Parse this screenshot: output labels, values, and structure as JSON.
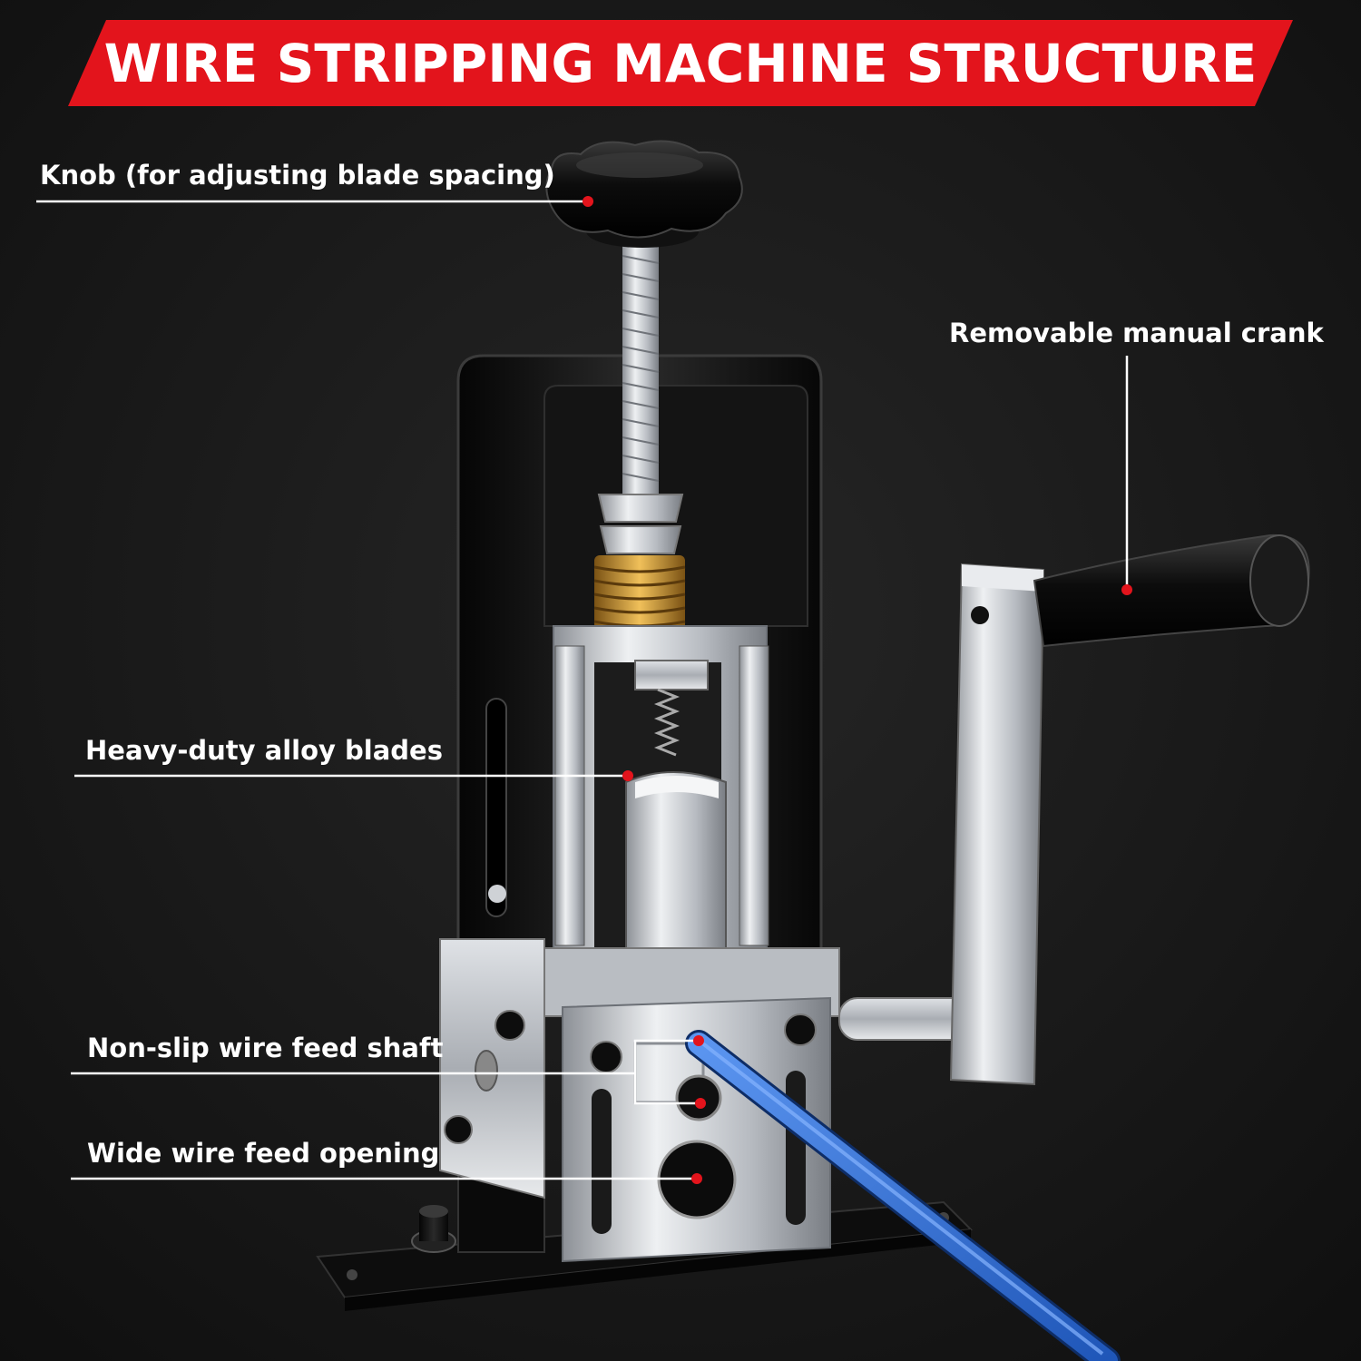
{
  "header": {
    "title": "WIRE STRIPPING MACHINE STRUCTURE"
  },
  "callouts": [
    {
      "id": "knob",
      "label": "Knob (for adjusting blade spacing)"
    },
    {
      "id": "crank",
      "label": "Removable manual crank"
    },
    {
      "id": "blades",
      "label": "Heavy-duty alloy blades"
    },
    {
      "id": "shaft",
      "label": "Non-slip wire feed shaft"
    },
    {
      "id": "opening",
      "label": "Wide wire feed opening"
    }
  ],
  "colors": {
    "accent": "#e3141c",
    "background": "#1a1a1a",
    "text": "#ffffff",
    "wire": "#2f6fd6",
    "steel": "#c9ccd1",
    "frame": "#111111",
    "spring": "#c8922f"
  }
}
